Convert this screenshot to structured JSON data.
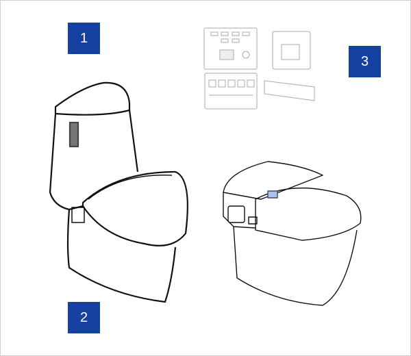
{
  "labels": [
    "1",
    "2",
    "3"
  ],
  "colors": {
    "badge": "#1542a0",
    "border": "#d0d0d0",
    "line": "#111111",
    "remote_line": "#b0b0b0"
  }
}
